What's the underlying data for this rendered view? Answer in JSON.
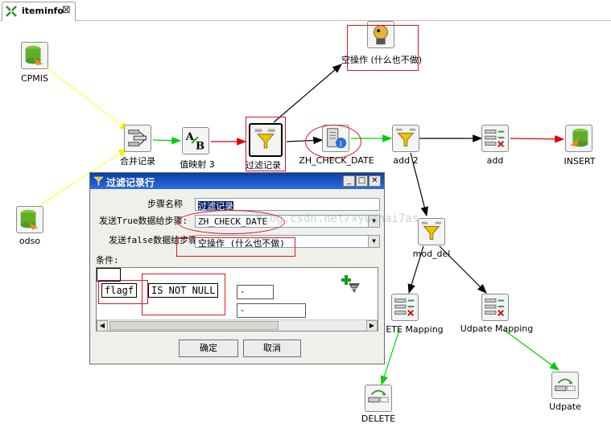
{
  "tab": {
    "title": "iteminfo",
    "close": "⊠"
  },
  "steps": {
    "cpmis": "CPMIS",
    "odso": "odso",
    "merge": "合并记录",
    "value_map": "值映射 3",
    "filter": "过滤记录",
    "dummy": "空操作 (什么也不做)",
    "check_date": "ZH_CHECK_DATE",
    "add2": "add 2",
    "add": "add",
    "insert": "INSERT",
    "mod_del": "mod_del",
    "delete_mapping": "ETE Mapping",
    "update_mapping": "Udpate Mapping",
    "delete": "DELETE",
    "update": "Udpate"
  },
  "dialog": {
    "title": "过滤记录行",
    "step_name_label": "步骤名称",
    "step_name_value": "过滤记录",
    "true_label": "发送True数据给步骤:",
    "true_value": "ZH_CHECK_DATE",
    "false_label": "发送false数据给步骤:",
    "false_value": "空操作 (什么也不做)",
    "conditions_label": "条件:",
    "cond_field": "flagf",
    "cond_op": "IS NOT NULL",
    "cond_value1": "-",
    "cond_value2": "-",
    "ok": "确定",
    "cancel": "取消"
  },
  "watermark": "blog.csdn.net/xyuchai7as"
}
